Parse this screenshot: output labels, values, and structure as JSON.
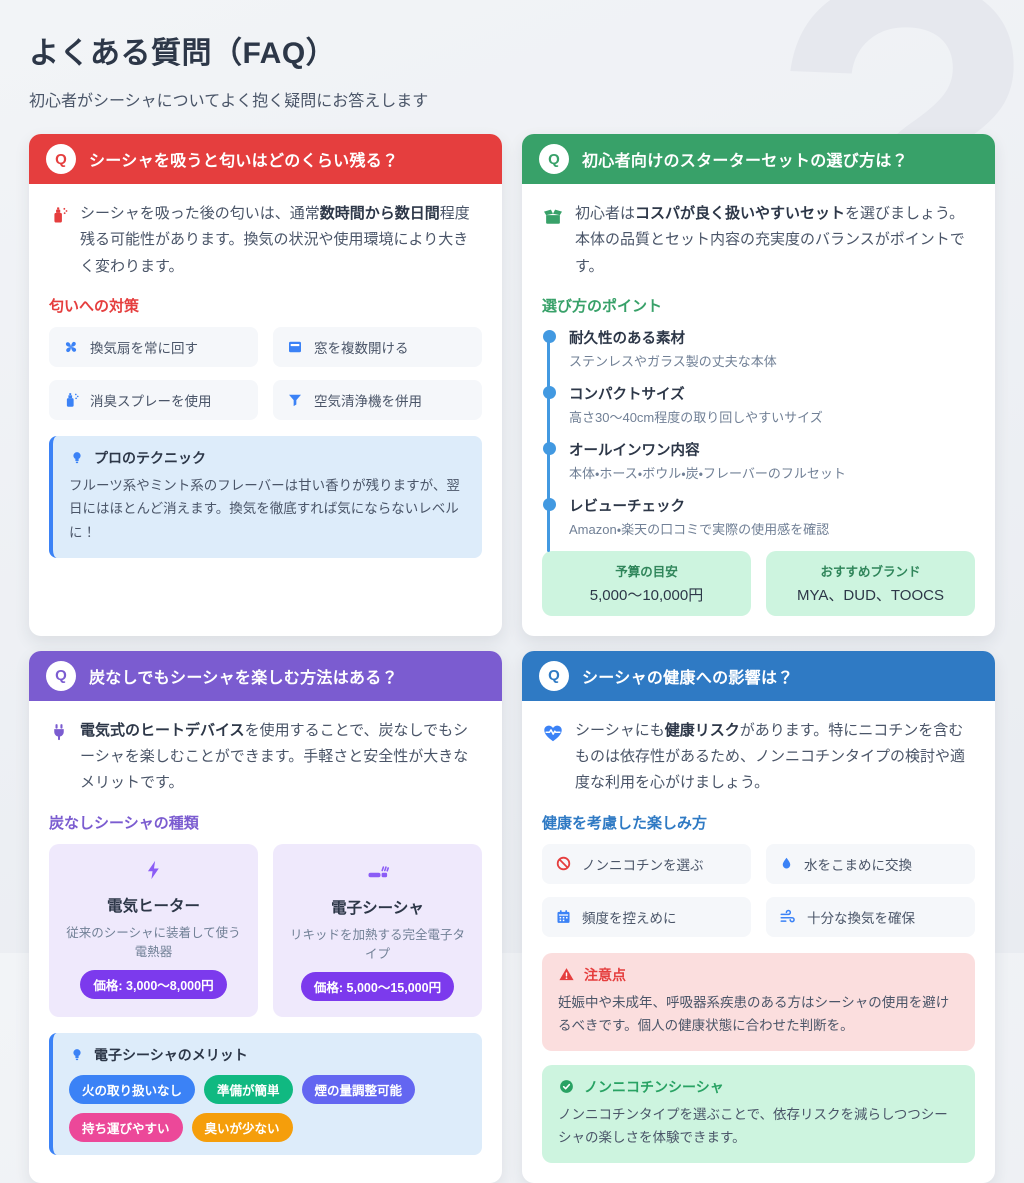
{
  "page": {
    "title": "よくある質問（FAQ）",
    "subtitle": "初心者がシーシャについてよく抱く疑問にお答えします",
    "q_label": "Q",
    "watermark": "?"
  },
  "colors": {
    "background": "#eef0f4",
    "card": "#ffffff",
    "tip_background": "#ddecfa",
    "tip_border": "#3b82f6",
    "timeline_blue": "#4299e1",
    "warning_background": "#fbdede",
    "success_background": "#cdf4df"
  },
  "cards": {
    "smell": {
      "accent": "#e53e3e",
      "question": "シーシャを吸うと匂いはどのくらい残る？",
      "answer_icon": "spray-bottle-icon",
      "answer": {
        "pre": "シーシャを吸った後の匂いは、通常",
        "bold": "数時間から数日間",
        "post": "程度残る可能性があります。換気の状況や使用環境により大きく変わります。"
      },
      "section_title": "匂いへの対策",
      "measures": [
        {
          "icon": "fan-icon",
          "label": "換気扇を常に回す"
        },
        {
          "icon": "window-icon",
          "label": "窓を複数開ける"
        },
        {
          "icon": "spray-bottle-icon",
          "label": "消臭スプレーを使用"
        },
        {
          "icon": "air-purifier-icon",
          "label": "空気清浄機を併用"
        }
      ],
      "tip": {
        "icon": "lightbulb-icon",
        "title": "プロのテクニック",
        "body": "フルーツ系やミント系のフレーバーは甘い香りが残りますが、翌日にはほとんど消えます。換気を徹底すれば気にならないレベルに！"
      }
    },
    "starter": {
      "accent": "#38a169",
      "question": "初心者向けのスターターセットの選び方は？",
      "answer_icon": "gift-box-icon",
      "answer": {
        "pre": "初心者は",
        "bold": "コスパが良く扱いやすいセット",
        "post": "を選びましょう。本体の品質とセット内容の充実度のバランスがポイントです。"
      },
      "section_title": "選び方のポイント",
      "points": [
        {
          "title": "耐久性のある素材",
          "desc": "ステンレスやガラス製の丈夫な本体"
        },
        {
          "title": "コンパクトサイズ",
          "desc": "高さ30〜40cm程度の取り回しやすいサイズ"
        },
        {
          "title": "オールインワン内容",
          "desc": "本体・ホース・ボウル・炭・フレーバーのフルセット"
        },
        {
          "title": "レビューチェック",
          "desc": "Amazon・楽天の口コミで実際の使用感を確認"
        }
      ],
      "info_boxes": [
        {
          "label": "予算の目安",
          "value": "5,000〜10,000円"
        },
        {
          "label": "おすすめブランド",
          "value": "MYA、DUD、TOOCS"
        }
      ]
    },
    "no_charcoal": {
      "accent": "#7b5cd0",
      "question": "炭なしでもシーシャを楽しむ方法はある？",
      "answer_icon": "plug-icon",
      "answer": {
        "pre": "",
        "bold": "電気式のヒートデバイス",
        "post": "を使用することで、炭なしでもシーシャを楽しむことができます。手軽さと安全性が大きなメリットです。"
      },
      "section_title": "炭なしシーシャの種類",
      "badge_color": "#7c3aed",
      "types": [
        {
          "icon": "lightning-bolt-icon",
          "title": "電気ヒーター",
          "desc": "従来のシーシャに装着して使う電熱器",
          "badge": "価格: 3,000〜8,000円"
        },
        {
          "icon": "e-cigarette-icon",
          "title": "電子シーシャ",
          "desc": "リキッドを加熱する完全電子タイプ",
          "badge": "価格: 5,000〜15,000円"
        }
      ],
      "tip": {
        "icon": "lightbulb-icon",
        "title": "電子シーシャのメリット",
        "pills": [
          {
            "label": "火の取り扱いなし",
            "color": "#3b82f6"
          },
          {
            "label": "準備が簡単",
            "color": "#10b981"
          },
          {
            "label": "煙の量調整可能",
            "color": "#6366f1"
          },
          {
            "label": "持ち運びやすい",
            "color": "#ec4899"
          },
          {
            "label": "臭いが少ない",
            "color": "#f59e0b"
          }
        ]
      }
    },
    "health": {
      "accent": "#2f7ac4",
      "question": "シーシャの健康への影響は？",
      "answer_icon": "heart-pulse-icon",
      "answer": {
        "pre": "シーシャにも",
        "bold": "健康リスク",
        "post": "があります。特にニコチンを含むものは依存性があるため、ノンニコチンタイプの検討や適度な利用を心がけましょう。"
      },
      "section_title": "健康を考慮した楽しみ方",
      "practices": [
        {
          "icon": "ban-icon",
          "label": "ノンニコチンを選ぶ"
        },
        {
          "icon": "water-drop-icon",
          "label": "水をこまめに交換"
        },
        {
          "icon": "calendar-icon",
          "label": "頻度を控えめに"
        },
        {
          "icon": "wind-icon",
          "label": "十分な換気を確保"
        }
      ],
      "warning": {
        "icon": "warning-triangle-icon",
        "title": "注意点",
        "body": "妊娠中や未成年、呼吸器系疾患のある方はシーシャの使用を避けるべきです。個人の健康状態に合わせた判断を。"
      },
      "success": {
        "icon": "check-circle-icon",
        "title": "ノンニコチンシーシャ",
        "body": "ノンニコチンタイプを選ぶことで、依存リスクを減らしつつシーシャの楽しさを体験できます。"
      }
    }
  }
}
